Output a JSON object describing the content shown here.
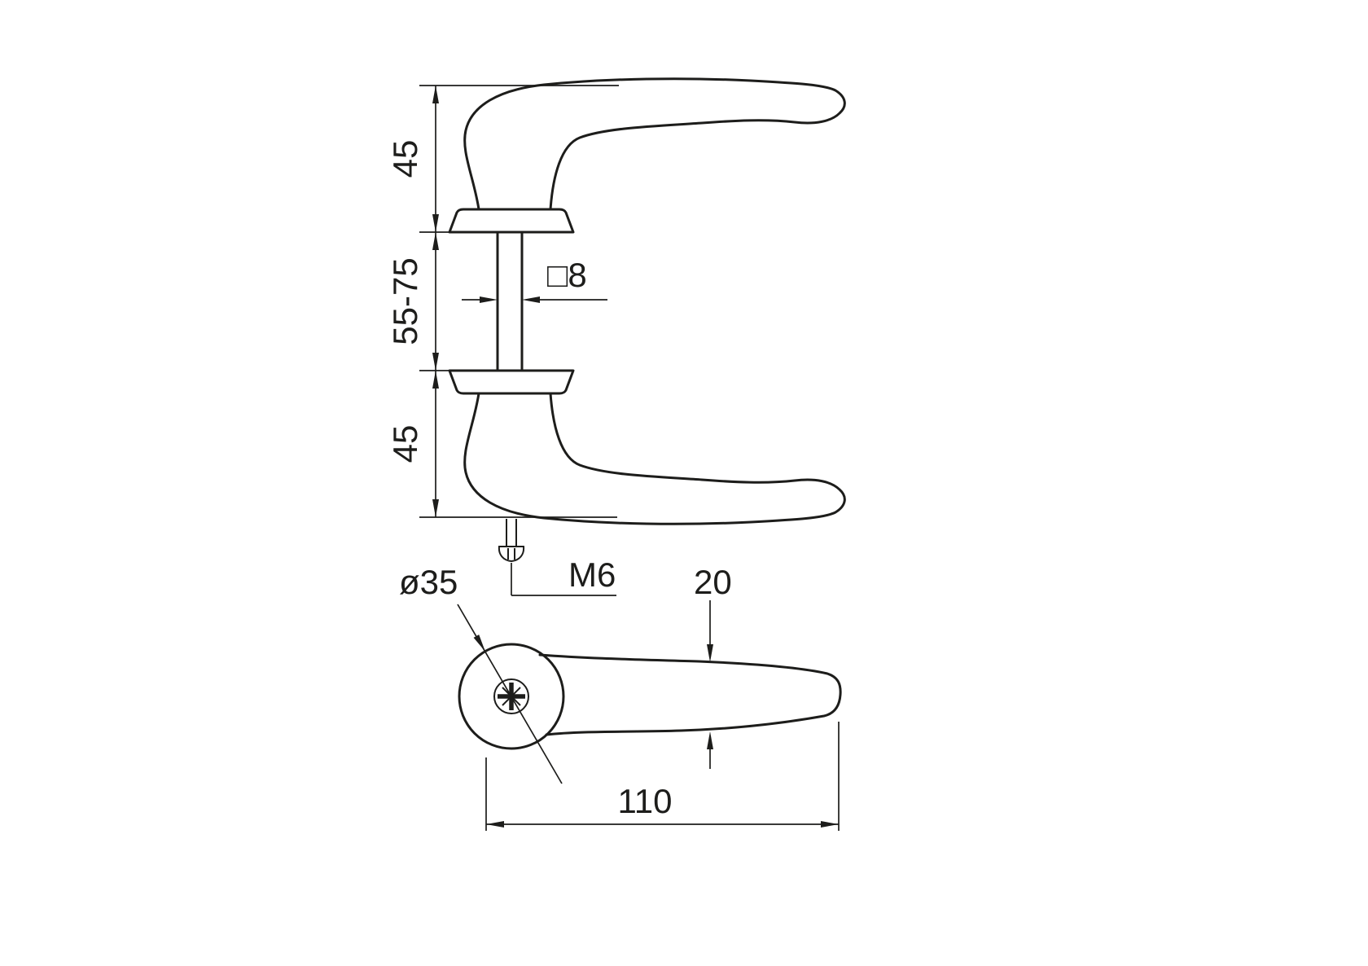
{
  "drawing": {
    "background": "#ffffff",
    "line_color": "#1d1d1b",
    "labels": {
      "dim_top_height": "45",
      "dim_door_thickness_range": "55-75",
      "dim_bottom_height": "45",
      "dim_spindle_square": "□8",
      "dim_screw_thread": "M6",
      "dim_rose_diameter": "ø35",
      "dim_lever_thickness": "20",
      "dim_lever_length": "110"
    }
  }
}
